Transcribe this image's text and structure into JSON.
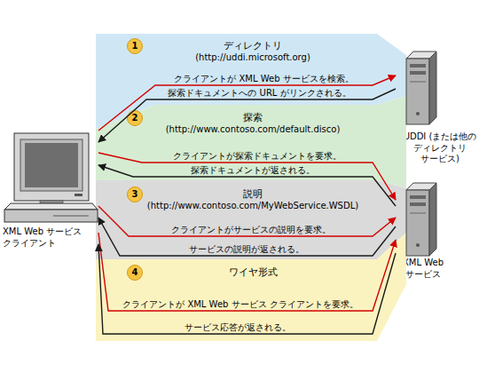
{
  "diagram": {
    "nodes": [
      {
        "text": [
          "XML Web サービス クライアント"
        ]
      },
      {
        "text": [
          "UDDI (または他の ディレクトリ サービス)"
        ]
      },
      {
        "text": [
          "XML Web サービス"
        ]
      },
      {
        "text": [
          "ディレクトリ",
          "(http://uddi.microsoft.org)"
        ]
      },
      {
        "text": [
          "1"
        ],
        "in": 3
      },
      {
        "text": [
          "探索",
          "(http://www.contoso.com/default.disco)"
        ]
      },
      {
        "text": [
          "2"
        ],
        "in": 5
      },
      {
        "text": [
          "説明",
          "(http://www.contoso.com/MyWebService.WSDL)"
        ]
      },
      {
        "text": [
          "3"
        ],
        "in": 7
      },
      {
        "text": [
          "ワイヤ形式"
        ]
      },
      {
        "text": [
          "4"
        ],
        "in": 9
      }
    ],
    "edges": [
      {
        "from": 0,
        "to": 1,
        "arrow": "to",
        "label": "クライアントが XML Web サービスを検索。"
      },
      {
        "from": 1,
        "to": 0,
        "arrow": "to",
        "label": "探索ドキュメントへの URL がリンクされる。"
      },
      {
        "from": 0,
        "to": 2,
        "arrow": "to",
        "label": "クライアントが探索ドキュメントを要求。"
      },
      {
        "from": 2,
        "to": 0,
        "arrow": "to",
        "label": "探索ドキュメントが返される。"
      },
      {
        "from": 0,
        "to": 2,
        "arrow": "to",
        "label": "クライアントがサービスの説明を要求。"
      },
      {
        "from": 2,
        "to": 0,
        "arrow": "to",
        "label": "サービスの説明が返される。"
      },
      {
        "from": 0,
        "to": 2,
        "arrow": "to",
        "label": "クライアントが XML Web サービス クライアントを要求。"
      },
      {
        "from": 2,
        "to": 0,
        "arrow": "to",
        "label": "サービス応答が返される。"
      }
    ]
  }
}
